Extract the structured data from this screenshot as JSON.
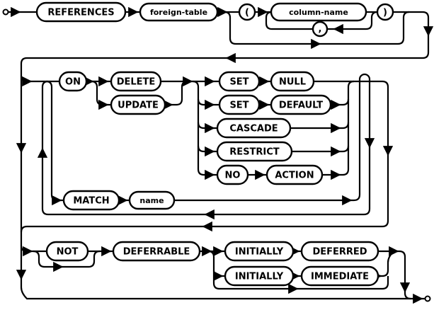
{
  "diagram": {
    "type": "railroad-syntax-diagram",
    "colors": {
      "line": "#000000",
      "background": "#ffffff",
      "node_fill": "#ffffff"
    },
    "nodes": {
      "references": {
        "label": "REFERENCES",
        "kind": "keyword"
      },
      "foreign_table": {
        "label": "foreign-table",
        "kind": "nonterminal"
      },
      "open_paren": {
        "label": "(",
        "kind": "punctuation"
      },
      "column_name": {
        "label": "column-name",
        "kind": "nonterminal"
      },
      "close_paren": {
        "label": ")",
        "kind": "punctuation"
      },
      "comma": {
        "label": ",",
        "kind": "punctuation"
      },
      "on": {
        "label": "ON",
        "kind": "keyword"
      },
      "delete": {
        "label": "DELETE",
        "kind": "keyword"
      },
      "update": {
        "label": "UPDATE",
        "kind": "keyword"
      },
      "set1": {
        "label": "SET",
        "kind": "keyword"
      },
      "null": {
        "label": "NULL",
        "kind": "keyword"
      },
      "set2": {
        "label": "SET",
        "kind": "keyword"
      },
      "default": {
        "label": "DEFAULT",
        "kind": "keyword"
      },
      "cascade": {
        "label": "CASCADE",
        "kind": "keyword"
      },
      "restrict": {
        "label": "RESTRICT",
        "kind": "keyword"
      },
      "no": {
        "label": "NO",
        "kind": "keyword"
      },
      "action": {
        "label": "ACTION",
        "kind": "keyword"
      },
      "match": {
        "label": "MATCH",
        "kind": "keyword"
      },
      "name": {
        "label": "name",
        "kind": "nonterminal"
      },
      "not": {
        "label": "NOT",
        "kind": "keyword"
      },
      "deferrable": {
        "label": "DEFERRABLE",
        "kind": "keyword"
      },
      "initially1": {
        "label": "INITIALLY",
        "kind": "keyword"
      },
      "deferred": {
        "label": "DEFERRED",
        "kind": "keyword"
      },
      "initially2": {
        "label": "INITIALLY",
        "kind": "keyword"
      },
      "immediate": {
        "label": "IMMEDIATE",
        "kind": "keyword"
      }
    }
  }
}
